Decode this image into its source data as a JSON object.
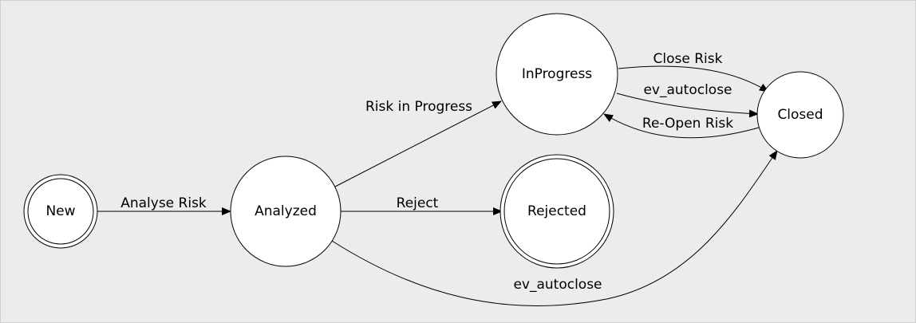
{
  "diagram": {
    "states": {
      "new": "New",
      "analyzed": "Analyzed",
      "inprogress": "InProgress",
      "rejected": "Rejected",
      "closed": "Closed"
    },
    "transitions": {
      "analyse_risk": "Analyse Risk",
      "risk_in_progress": "Risk in Progress",
      "reject": "Reject",
      "close_risk": "Close Risk",
      "ev_autoclose_inprogress": "ev_autoclose",
      "reopen_risk": "Re-Open Risk",
      "ev_autoclose_analyzed": "ev_autoclose"
    },
    "final_states": [
      "New",
      "Rejected"
    ]
  }
}
